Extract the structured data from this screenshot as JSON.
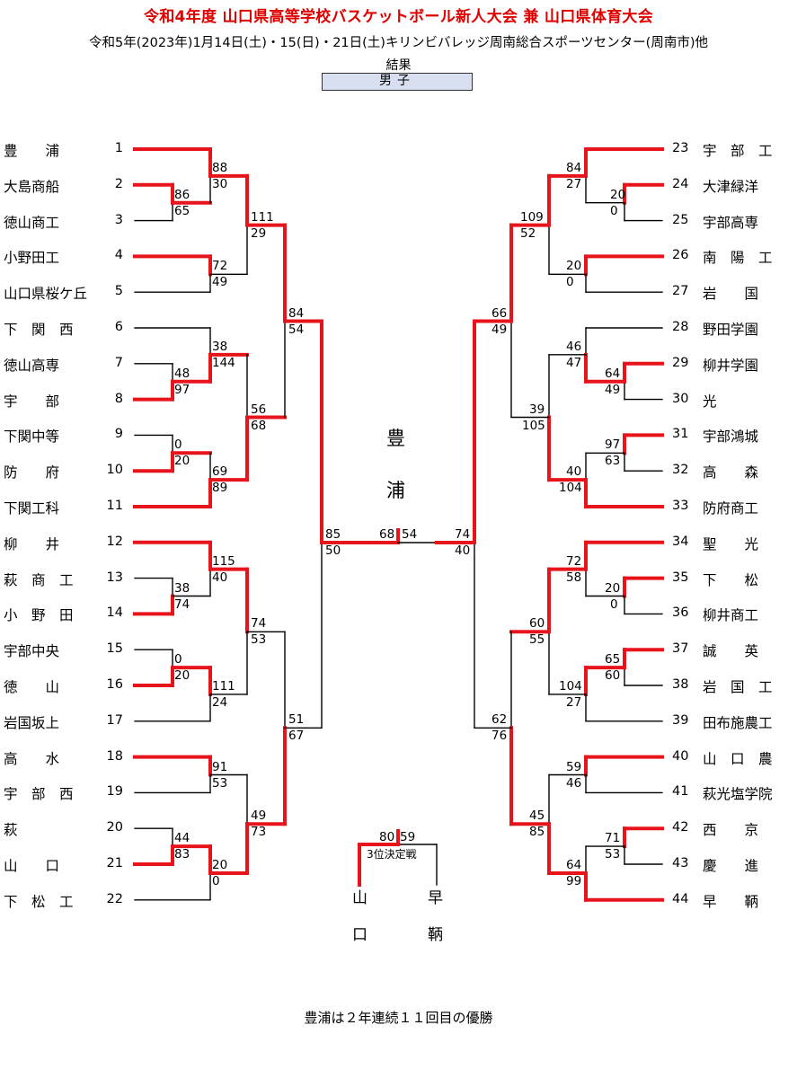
{
  "header": {
    "title": "令和4年度 山口県高等学校バスケットボール新人大会 兼 山口県体育大会",
    "subtitle": "令和5年(2023年)1月14日(土)・15(日)・21日(土)キリンビバレッジ周南総合スポーツセンター(周南市)他",
    "result_label": "結果",
    "division": "男子"
  },
  "champion": [
    "豊",
    "浦"
  ],
  "footer": "豊浦は２年連続１１回目の優勝",
  "third_place": {
    "label": "3位決定戦",
    "left_team": [
      "山",
      "口"
    ],
    "right_team": [
      "早",
      "鞆"
    ],
    "left_score": "80",
    "right_score": "59"
  },
  "final": {
    "left_score": "68",
    "right_score": "54"
  },
  "teams_left": [
    {
      "no": "1",
      "name": "豊　　浦"
    },
    {
      "no": "2",
      "name": "大島商船"
    },
    {
      "no": "3",
      "name": "徳山商工"
    },
    {
      "no": "4",
      "name": "小野田工"
    },
    {
      "no": "5",
      "name": "山口県桜ケ丘"
    },
    {
      "no": "6",
      "name": "下　関　西"
    },
    {
      "no": "7",
      "name": "徳山高専"
    },
    {
      "no": "8",
      "name": "宇　　部"
    },
    {
      "no": "9",
      "name": "下関中等"
    },
    {
      "no": "10",
      "name": "防　　府"
    },
    {
      "no": "11",
      "name": "下関工科"
    },
    {
      "no": "12",
      "name": "柳　　井"
    },
    {
      "no": "13",
      "name": "萩　商　工"
    },
    {
      "no": "14",
      "name": "小　野　田"
    },
    {
      "no": "15",
      "name": "宇部中央"
    },
    {
      "no": "16",
      "name": "徳　　山"
    },
    {
      "no": "17",
      "name": "岩国坂上"
    },
    {
      "no": "18",
      "name": "高　　水"
    },
    {
      "no": "19",
      "name": "宇　部　西"
    },
    {
      "no": "20",
      "name": "萩"
    },
    {
      "no": "21",
      "name": "山　　口"
    },
    {
      "no": "22",
      "name": "下　松　工"
    }
  ],
  "teams_right": [
    {
      "no": "23",
      "name": "宇　部　工"
    },
    {
      "no": "24",
      "name": "大津緑洋"
    },
    {
      "no": "25",
      "name": "宇部高専"
    },
    {
      "no": "26",
      "name": "南　陽　工"
    },
    {
      "no": "27",
      "name": "岩　　国"
    },
    {
      "no": "28",
      "name": "野田学園"
    },
    {
      "no": "29",
      "name": "柳井学園"
    },
    {
      "no": "30",
      "name": "光"
    },
    {
      "no": "31",
      "name": "宇部鴻城"
    },
    {
      "no": "32",
      "name": "高　　森"
    },
    {
      "no": "33",
      "name": "防府商工"
    },
    {
      "no": "34",
      "name": "聖　　光"
    },
    {
      "no": "35",
      "name": "下　　松"
    },
    {
      "no": "36",
      "name": "柳井商工"
    },
    {
      "no": "37",
      "name": "誠　　英"
    },
    {
      "no": "38",
      "name": "岩　国　工"
    },
    {
      "no": "39",
      "name": "田布施農工"
    },
    {
      "no": "40",
      "name": "山　口　農"
    },
    {
      "no": "41",
      "name": "萩光塩学院"
    },
    {
      "no": "42",
      "name": "西　　京"
    },
    {
      "no": "43",
      "name": "慶　　進"
    },
    {
      "no": "44",
      "name": "早　　鞆"
    }
  ],
  "scores": {
    "L1": [
      [
        "88",
        "30"
      ],
      [
        "86",
        "65"
      ],
      [
        "72",
        "49"
      ],
      [
        "38",
        "144"
      ],
      [
        "48",
        "97"
      ],
      [
        "0",
        "20"
      ],
      [
        "69",
        "89"
      ],
      [
        "115",
        "40"
      ],
      [
        "38",
        "74"
      ],
      [
        "0",
        "20"
      ],
      [
        "111",
        "24"
      ],
      [
        "91",
        "53"
      ],
      [
        "44",
        "83"
      ],
      [
        "20",
        "0"
      ]
    ],
    "L2": [
      [
        "111",
        "29"
      ],
      [
        "56",
        "68"
      ],
      [
        "74",
        "53"
      ],
      [
        "49",
        "73"
      ]
    ],
    "L3": [
      [
        "84",
        "54"
      ],
      [
        "51",
        "67"
      ]
    ],
    "L4": [
      [
        "85",
        "50"
      ]
    ],
    "R1": [
      [
        "84",
        "27"
      ],
      [
        "20",
        "0"
      ],
      [
        "20",
        "0"
      ],
      [
        "46",
        "47"
      ],
      [
        "64",
        "49"
      ],
      [
        "97",
        "63"
      ],
      [
        "40",
        "104"
      ],
      [
        "72",
        "58"
      ],
      [
        "20",
        "0"
      ],
      [
        "65",
        "60"
      ],
      [
        "104",
        "27"
      ],
      [
        "59",
        "46"
      ],
      [
        "71",
        "53"
      ],
      [
        "64",
        "99"
      ]
    ],
    "R2": [
      [
        "109",
        "52"
      ],
      [
        "39",
        "105"
      ],
      [
        "60",
        "55"
      ],
      [
        "45",
        "85"
      ]
    ],
    "R3": [
      [
        "66",
        "49"
      ],
      [
        "62",
        "76"
      ]
    ],
    "R4": [
      [
        "74",
        "40"
      ]
    ]
  },
  "colors": {
    "win": "#e8141c",
    "loss": "#000000",
    "title": "#e00000",
    "division_bg": "#d7dff1"
  }
}
